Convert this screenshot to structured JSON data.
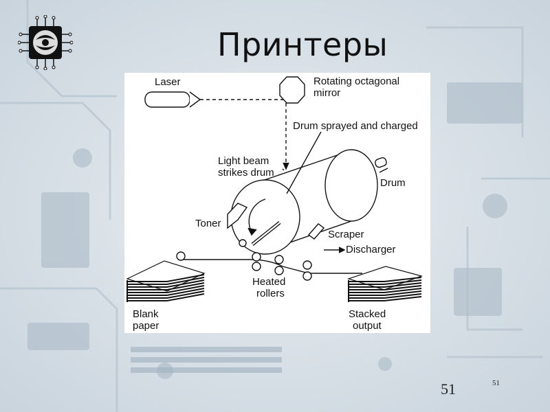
{
  "slide": {
    "title": "Принтеры",
    "page_number_large": "51",
    "page_number_small": "51"
  },
  "diagram": {
    "labels": {
      "laser": "Laser",
      "mirror_line1": "Rotating octagonal",
      "mirror_line2": "mirror",
      "drum_sprayed": "Drum sprayed and charged",
      "light_beam_line1": "Light beam",
      "light_beam_line2": "strikes drum",
      "drum": "Drum",
      "toner": "Toner",
      "scraper": "Scraper",
      "discharger": "Discharger",
      "heated_line1": "Heated",
      "heated_line2": "rollers",
      "blank_line1": "Blank",
      "blank_line2": "paper",
      "stacked_line1": "Stacked",
      "stacked_line2": "output"
    }
  },
  "colors": {
    "background": "#dfe6ec",
    "figure_background": "#ffffff",
    "ink": "#111111"
  },
  "icons": {
    "logo": "chip-logo-icon"
  }
}
